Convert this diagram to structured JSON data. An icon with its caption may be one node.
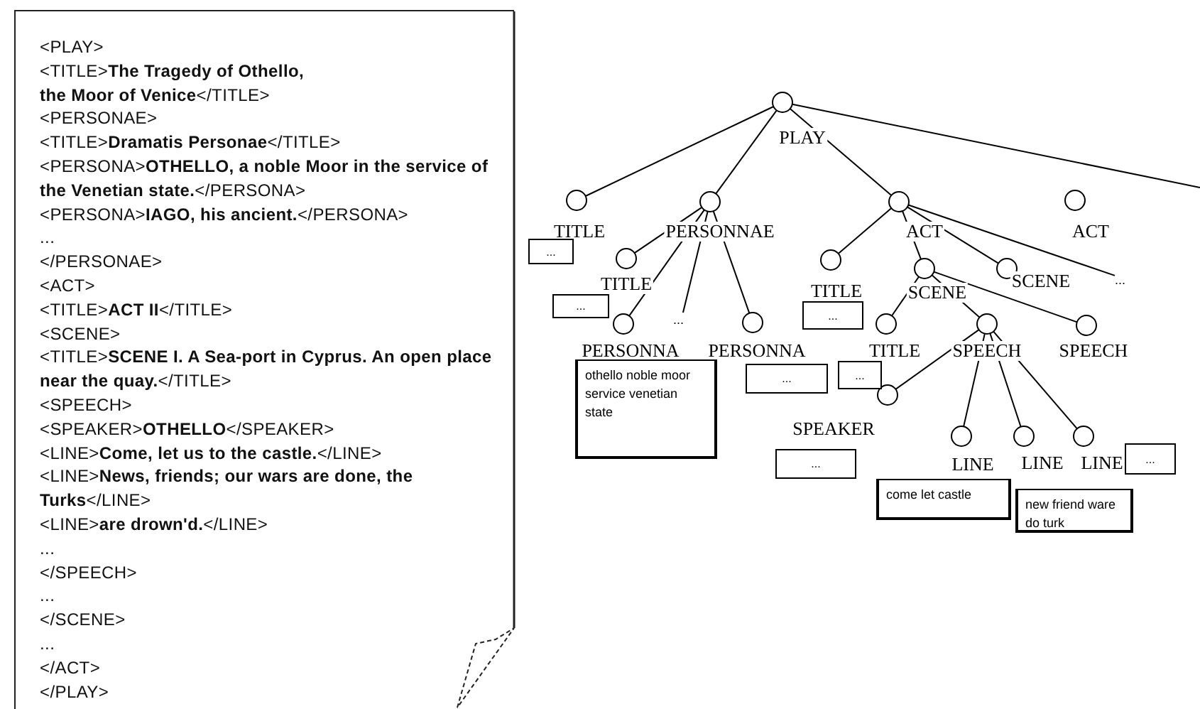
{
  "diagram": {
    "nodes": [
      {
        "text": [
          "<PLAY>",
          "<TITLE>**The Tragedy of Othello, the Moor of Venice**</TITLE>",
          "<PERSONAE>",
          "<TITLE>**Dramatis Personae**</TITLE>",
          "<PERSONA>**OTHELLO, a noble Moor in the service of the  Venetian state.**</PERSONA>",
          "<PERSONA>**IAGO, his ancient.**</PERSONA>",
          "...",
          "</PERSONAE>",
          "<ACT>",
          "<TITLE>**ACT II**</TITLE>",
          "<SCENE>",
          "<TITLE>**SCENE I. A Sea-port in Cyprus. An open place near the quay.**</TITLE>",
          "<SPEECH>",
          "<SPEAKER>**OTHELLO**</SPEAKER>",
          "<LINE>**Come, let us to the castle.**</LINE>",
          "<LINE>**News, friends; our wars are done, the Turks**</LINE>",
          "<LINE>**are drown'd.**</LINE>",
          "...",
          "</SPEECH>",
          "...",
          "</SCENE>",
          "...",
          "</ACT>",
          "</PLAY>"
        ]
      },
      {
        "text": [
          "PLAY"
        ]
      },
      {
        "text": [
          "TITLE"
        ]
      },
      {
        "text": [
          "PERSONNAE"
        ]
      },
      {
        "text": [
          "ACT"
        ]
      },
      {
        "text": [
          "ACT"
        ]
      },
      {
        "text": [
          "..."
        ]
      },
      {
        "text": [
          "TITLE"
        ]
      },
      {
        "text": [
          "..."
        ]
      },
      {
        "text": [
          "TITLE"
        ]
      },
      {
        "text": [
          "SCENE"
        ]
      },
      {
        "text": [
          "SCENE"
        ]
      },
      {
        "text": [
          "PERSONNA"
        ]
      },
      {
        "text": [
          "PERSONNA"
        ]
      },
      {
        "text": [
          "TITLE"
        ]
      },
      {
        "text": [
          "SPEECH"
        ]
      },
      {
        "text": [
          "SPEECH"
        ]
      },
      {
        "text": [
          "SPEAKER"
        ]
      },
      {
        "text": [
          "LINE"
        ]
      },
      {
        "text": [
          "LINE"
        ]
      },
      {
        "text": [
          "LINE"
        ]
      },
      {
        "text": [
          "..."
        ]
      },
      {
        "text": [
          "..."
        ]
      },
      {
        "text": [
          "othello noble moor service venetian state"
        ]
      },
      {
        "text": [
          "..."
        ]
      },
      {
        "text": [
          "..."
        ]
      },
      {
        "text": [
          "..."
        ]
      },
      {
        "text": [
          "..."
        ]
      },
      {
        "text": [
          "come let castle"
        ]
      },
      {
        "text": [
          "new friend ware do turk"
        ]
      },
      {
        "text": [
          "..."
        ]
      }
    ],
    "edges": [
      {
        "from": 1,
        "to": 2,
        "arrow": "none"
      },
      {
        "from": 1,
        "to": 3,
        "arrow": "none"
      },
      {
        "from": 1,
        "to": 4,
        "arrow": "none"
      },
      {
        "from": 1,
        "to": null,
        "arrow": "none"
      },
      {
        "from": 3,
        "to": 7,
        "arrow": "none"
      },
      {
        "from": 3,
        "to": 8,
        "arrow": "none"
      },
      {
        "from": 3,
        "to": 12,
        "arrow": "none"
      },
      {
        "from": 3,
        "to": 13,
        "arrow": "none"
      },
      {
        "from": 4,
        "to": 9,
        "arrow": "none"
      },
      {
        "from": 4,
        "to": 10,
        "arrow": "none"
      },
      {
        "from": 4,
        "to": 11,
        "arrow": "none"
      },
      {
        "from": 4,
        "to": 6,
        "arrow": "none"
      },
      {
        "from": 10,
        "to": 14,
        "arrow": "none"
      },
      {
        "from": 10,
        "to": 15,
        "arrow": "none"
      },
      {
        "from": 10,
        "to": 16,
        "arrow": "none"
      },
      {
        "from": 15,
        "to": 17,
        "arrow": "none"
      },
      {
        "from": 15,
        "to": 18,
        "arrow": "none"
      },
      {
        "from": 15,
        "to": 19,
        "arrow": "none"
      },
      {
        "from": 15,
        "to": 20,
        "arrow": "none"
      }
    ]
  }
}
